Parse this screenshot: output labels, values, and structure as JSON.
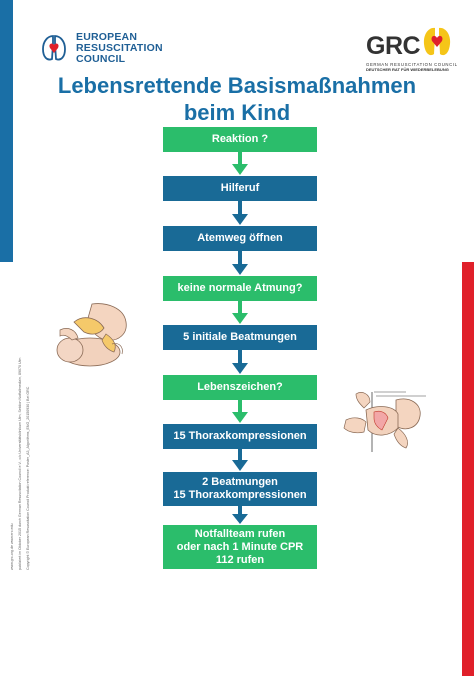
{
  "header": {
    "erc_lines": [
      "EUROPEAN",
      "RESUSCITATION",
      "COUNCIL"
    ],
    "grc_letters": "GRC",
    "grc_subtitle": "GERMAN RESUSCITATION COUNCIL",
    "grc_subtitle2": "DEUTSCHER RAT FÜR WIEDERBELEBUNG"
  },
  "title": {
    "line1": "Lebensrettende Basismaßnahmen",
    "line2": "beim Kind"
  },
  "steps": [
    {
      "label": "Reaktion ?",
      "color": "green"
    },
    {
      "label": "Hilferuf",
      "color": "blue"
    },
    {
      "label": "Atemweg öffnen",
      "color": "blue"
    },
    {
      "label": "keine normale Atmung?",
      "color": "green"
    },
    {
      "label": "5 initiale Beatmungen",
      "color": "blue"
    },
    {
      "label": "Lebenszeichen?",
      "color": "green"
    },
    {
      "label": "15 Thoraxkompressionen",
      "color": "blue"
    },
    {
      "label": "2 Beatmungen",
      "label2": "15 Thoraxkompressionen",
      "color": "blue"
    },
    {
      "label": "Notfallteam rufen",
      "label2": "oder nach 1 Minute CPR",
      "label3": "112 rufen",
      "color": "green"
    }
  ],
  "side_text": {
    "line1": "www.grc-org.de  www.erc.edu",
    "line2": "publiziert im Oktober 2015 durch German Resuscitation Council e.V., c/o Universitätsklinikum Ulm, Sektion Notfallmedizin, 89070 Ulm",
    "line3": "Copyright © European Resuscitation Council  Produkt reference: Poster_A3_Algorithms_ENG_20150930 | Bei GRC"
  },
  "colors": {
    "green": "#2bbd6b",
    "blue": "#196a96",
    "title": "#1a6fa6",
    "red_bar": "#e0202a",
    "blue_bar": "#1a6fa6"
  }
}
